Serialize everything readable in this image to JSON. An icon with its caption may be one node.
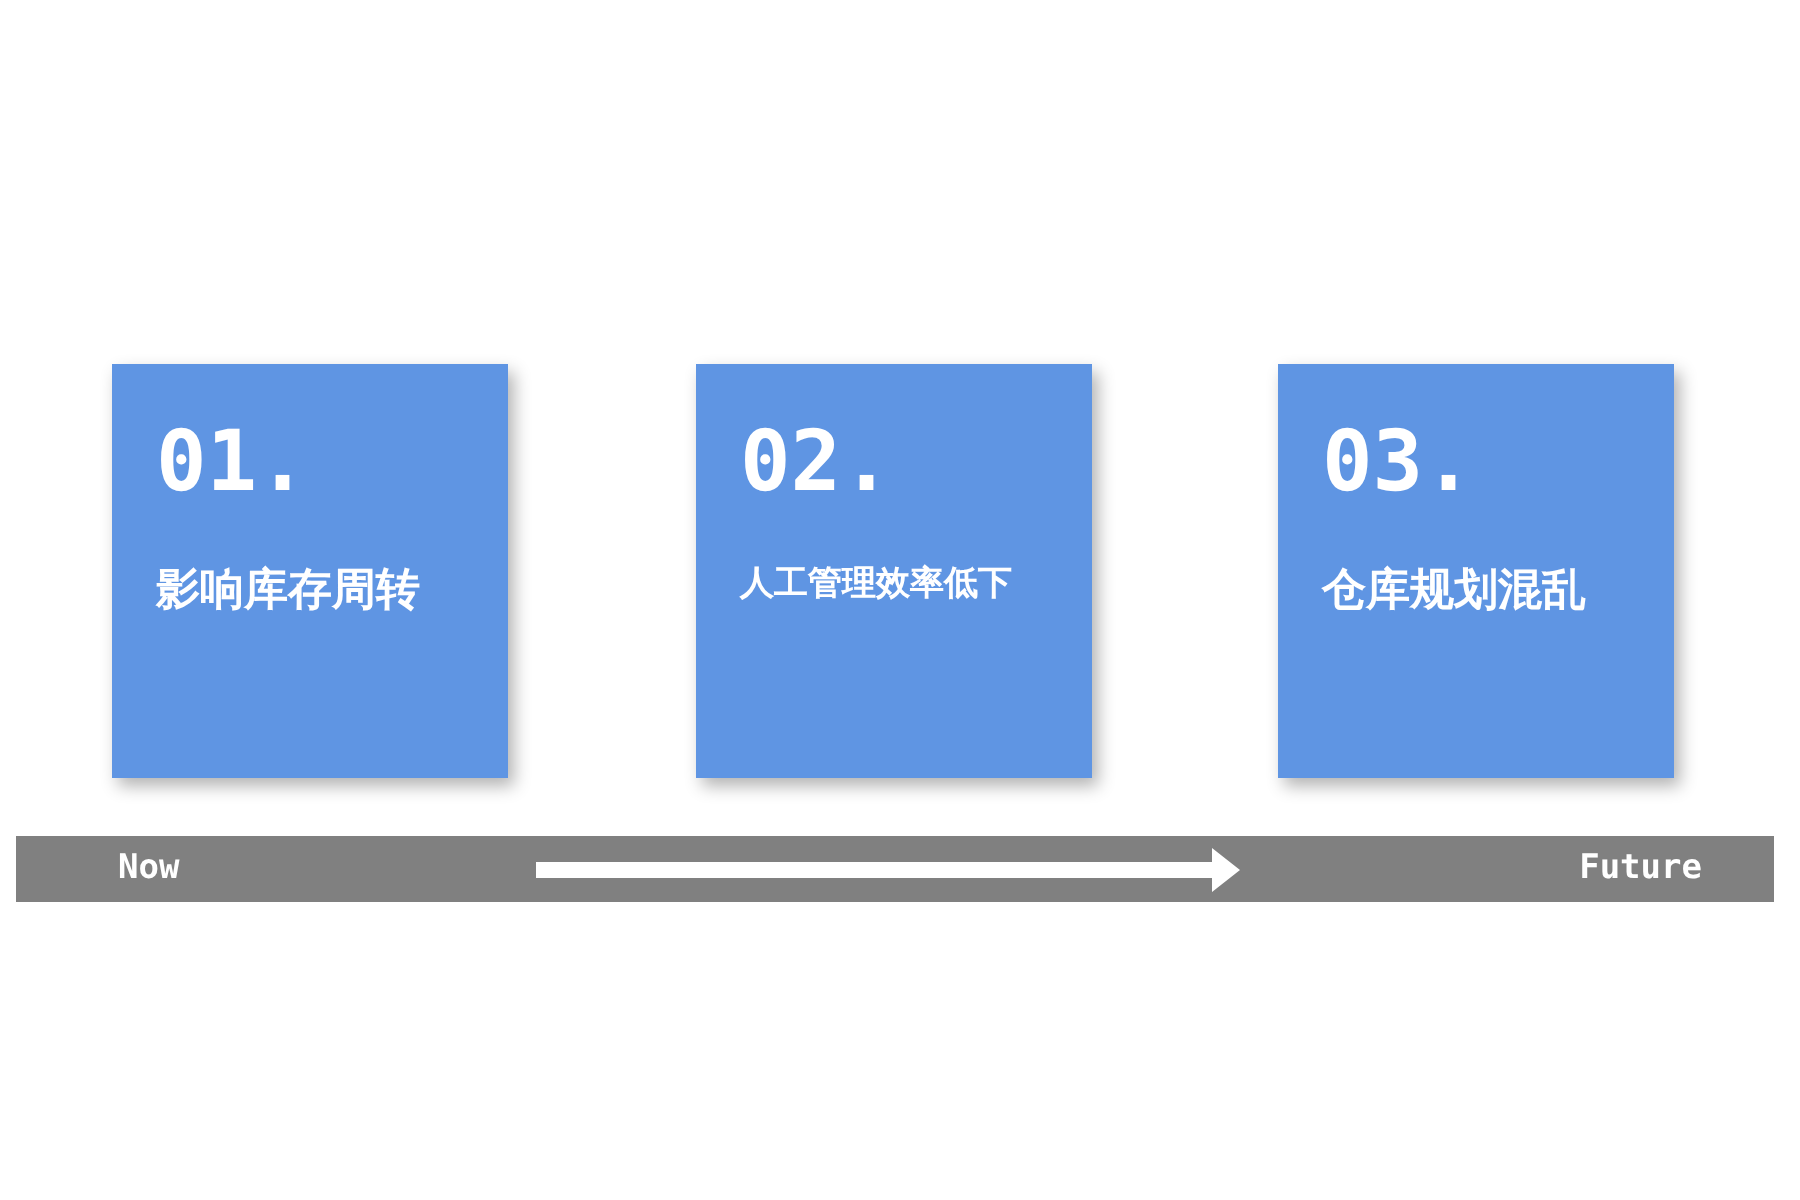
{
  "diagram": {
    "nodes": [
      {
        "text": [
          "01.",
          "影响库存周转"
        ]
      },
      {
        "text": [
          "02.",
          "人工管理效率低下"
        ]
      },
      {
        "text": [
          "03.",
          "仓库规划混乱"
        ]
      },
      {
        "text": [
          "Now",
          "Future"
        ]
      }
    ]
  }
}
